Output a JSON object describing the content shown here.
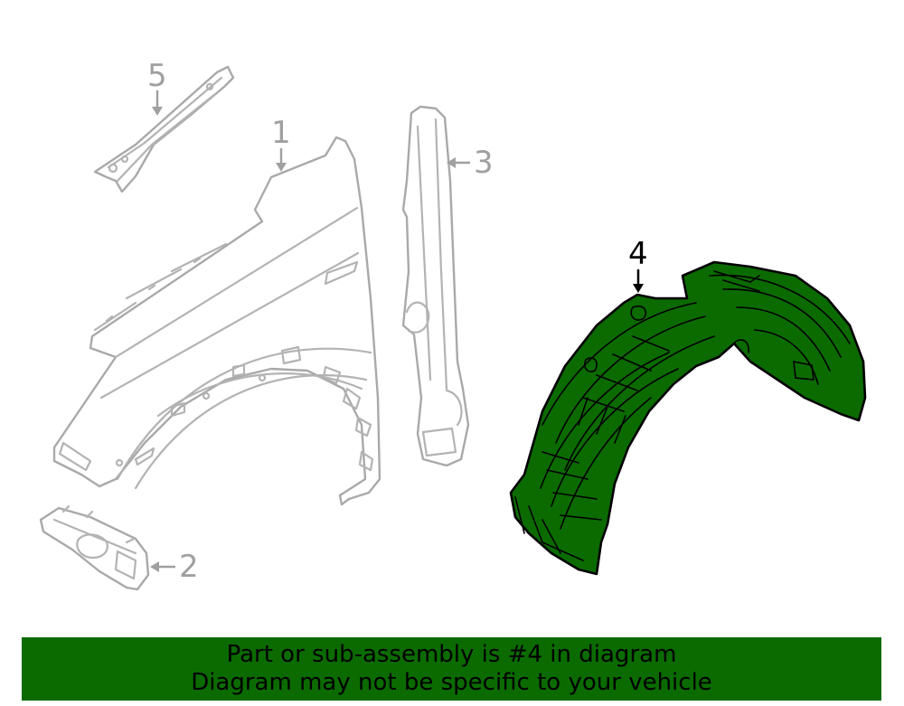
{
  "callouts": {
    "part_1": "1",
    "part_2": "2",
    "part_3": "3",
    "part_4": "4",
    "part_5": "5"
  },
  "banner": {
    "line1": "Part or sub-assembly is #4 in diagram",
    "line2": "Diagram may not be specific to your vehicle"
  },
  "colors": {
    "highlight": "#0b6b00",
    "part_outline": "#b3b3b3",
    "callout_grey": "#a0a0a0",
    "background": "#ffffff"
  }
}
